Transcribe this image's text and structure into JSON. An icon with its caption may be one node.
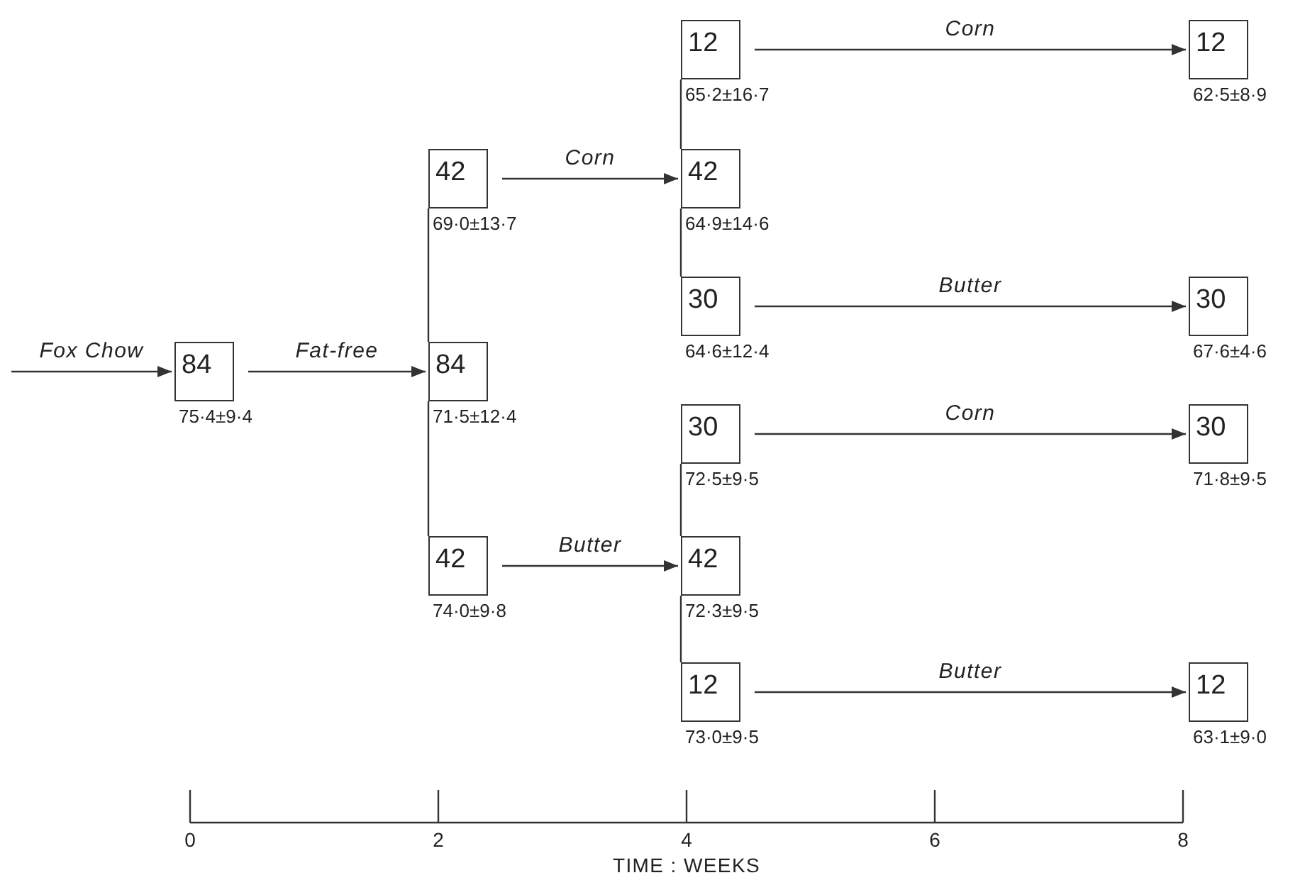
{
  "diagram": {
    "nodes": [
      {
        "text": [
          "84"
        ],
        "beside": [
          "75·4±9·4"
        ]
      },
      {
        "text": [
          "42"
        ],
        "beside": [
          "69·0±13·7"
        ]
      },
      {
        "text": [
          "84"
        ],
        "beside": [
          "71·5±12·4"
        ]
      },
      {
        "text": [
          "42"
        ],
        "beside": [
          "74·0±9·8"
        ]
      },
      {
        "text": [
          "12"
        ],
        "beside": [
          "65·2±16·7"
        ]
      },
      {
        "text": [
          "42"
        ],
        "beside": [
          "64·9±14·6"
        ]
      },
      {
        "text": [
          "30"
        ],
        "beside": [
          "64·6±12·4"
        ]
      },
      {
        "text": [
          "30"
        ],
        "beside": [
          "72·5±9·5"
        ]
      },
      {
        "text": [
          "42"
        ],
        "beside": [
          "72·3±9·5"
        ]
      },
      {
        "text": [
          "12"
        ],
        "beside": [
          "73·0±9·5"
        ]
      },
      {
        "text": [
          "12"
        ],
        "beside": [
          "62·5±8·9"
        ]
      },
      {
        "text": [
          "30"
        ],
        "beside": [
          "67·6±4·6"
        ]
      },
      {
        "text": [
          "30"
        ],
        "beside": [
          "71·8±9·5"
        ]
      },
      {
        "text": [
          "12"
        ],
        "beside": [
          "63·1±9·0"
        ]
      }
    ],
    "edges": [
      {
        "from": null,
        "to": 0,
        "arrow": "to",
        "label": "Fox Chow"
      },
      {
        "from": 0,
        "to": 2,
        "arrow": "to",
        "label": "Fat-free"
      },
      {
        "from": 2,
        "to": 1,
        "arrow": "none"
      },
      {
        "from": 2,
        "to": 3,
        "arrow": "none"
      },
      {
        "from": 1,
        "to": 5,
        "arrow": "to",
        "label": "Corn"
      },
      {
        "from": 3,
        "to": 8,
        "arrow": "to",
        "label": "Butter"
      },
      {
        "from": 5,
        "to": 4,
        "arrow": "none"
      },
      {
        "from": 5,
        "to": 6,
        "arrow": "none"
      },
      {
        "from": 8,
        "to": 7,
        "arrow": "none"
      },
      {
        "from": 8,
        "to": 9,
        "arrow": "none"
      },
      {
        "from": 4,
        "to": 10,
        "arrow": "to",
        "label": "Corn"
      },
      {
        "from": 6,
        "to": 11,
        "arrow": "to",
        "label": "Butter"
      },
      {
        "from": 7,
        "to": 12,
        "arrow": "to",
        "label": "Corn"
      },
      {
        "from": 9,
        "to": 13,
        "arrow": "to",
        "label": "Butter"
      }
    ],
    "labels": [
      "0",
      "2",
      "4",
      "6",
      "8",
      "TIME : WEEKS"
    ]
  }
}
